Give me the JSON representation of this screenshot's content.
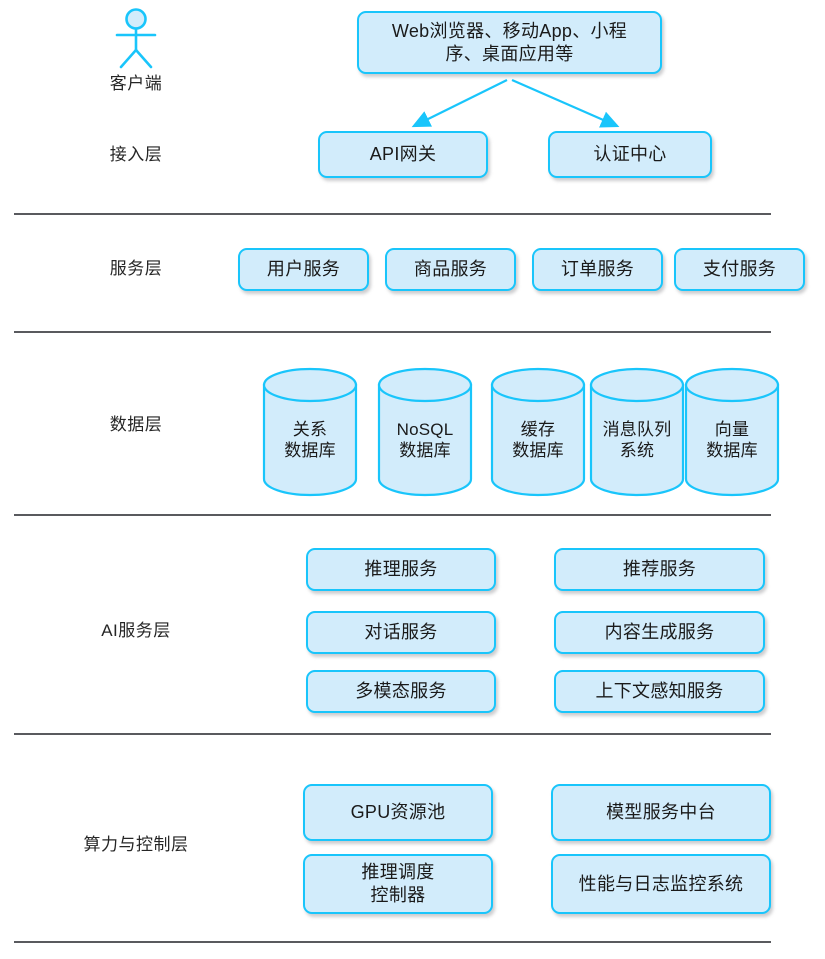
{
  "diagram": {
    "title_text": "",
    "colors": {
      "node_fill": "#d2ecfb",
      "node_border": "#19c5fb",
      "divider": "#595a5e",
      "text": "#1a1a1a",
      "actor_stroke": "#19c5fb",
      "actor_head_fill": "#d2ecfb",
      "arrow": "#19c5fb"
    },
    "actor": {
      "icon": "actor-stick-figure-icon",
      "label": "客户端"
    },
    "layers": [
      {
        "id": "client",
        "label": "客户端",
        "nodes": [
          {
            "id": "client-apps",
            "label": "Web浏览器、移动App、小程\n序、桌面应用等",
            "shape": "rounded-rect"
          }
        ]
      },
      {
        "id": "access",
        "label": "接入层",
        "nodes": [
          {
            "id": "api-gateway",
            "label": "API网关",
            "shape": "rounded-rect"
          },
          {
            "id": "auth-center",
            "label": "认证中心",
            "shape": "rounded-rect"
          }
        ]
      },
      {
        "id": "service",
        "label": "服务层",
        "nodes": [
          {
            "id": "user-service",
            "label": "用户服务",
            "shape": "rounded-rect"
          },
          {
            "id": "product-service",
            "label": "商品服务",
            "shape": "rounded-rect"
          },
          {
            "id": "order-service",
            "label": "订单服务",
            "shape": "rounded-rect"
          },
          {
            "id": "payment-service",
            "label": "支付服务",
            "shape": "rounded-rect"
          }
        ]
      },
      {
        "id": "data",
        "label": "数据层",
        "nodes": [
          {
            "id": "relational-db",
            "label": "关系\n数据库",
            "shape": "cylinder"
          },
          {
            "id": "nosql-db",
            "label": "NoSQL\n数据库",
            "shape": "cylinder"
          },
          {
            "id": "cache-db",
            "label": "缓存\n数据库",
            "shape": "cylinder"
          },
          {
            "id": "message-queue",
            "label": "消息队列\n系统",
            "shape": "cylinder"
          },
          {
            "id": "vector-db",
            "label": "向量\n数据库",
            "shape": "cylinder"
          }
        ]
      },
      {
        "id": "ai-service",
        "label": "AI服务层",
        "nodes": [
          {
            "id": "inference-service",
            "label": "推理服务",
            "shape": "rounded-rect"
          },
          {
            "id": "recommend-service",
            "label": "推荐服务",
            "shape": "rounded-rect"
          },
          {
            "id": "dialog-service",
            "label": "对话服务",
            "shape": "rounded-rect"
          },
          {
            "id": "content-gen-service",
            "label": "内容生成服务",
            "shape": "rounded-rect"
          },
          {
            "id": "multimodal-service",
            "label": "多模态服务",
            "shape": "rounded-rect"
          },
          {
            "id": "context-aware-service",
            "label": "上下文感知服务",
            "shape": "rounded-rect"
          }
        ]
      },
      {
        "id": "compute-control",
        "label": "算力与控制层",
        "nodes": [
          {
            "id": "gpu-pool",
            "label": "GPU资源池",
            "shape": "rounded-rect"
          },
          {
            "id": "model-service-platform",
            "label": "模型服务中台",
            "shape": "rounded-rect"
          },
          {
            "id": "inference-scheduler",
            "label": "推理调度\n控制器",
            "shape": "rounded-rect"
          },
          {
            "id": "monitoring-system",
            "label": "性能与日志监控系统",
            "shape": "rounded-rect"
          }
        ]
      }
    ],
    "edges": [
      {
        "id": "edge-clientapps-to-apigateway",
        "from": "client-apps",
        "to": "api-gateway",
        "arrow": "single"
      },
      {
        "id": "edge-clientapps-to-authcenter",
        "from": "client-apps",
        "to": "auth-center",
        "arrow": "single"
      }
    ]
  }
}
